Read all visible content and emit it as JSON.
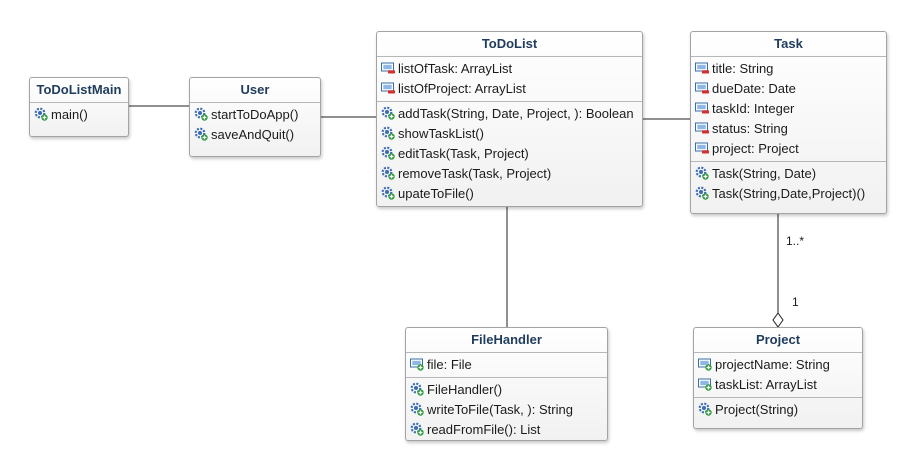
{
  "classes": {
    "todolistmain": {
      "name": "ToDoListMain",
      "attributes": [],
      "operations": [
        "main()"
      ]
    },
    "user": {
      "name": "User",
      "attributes": [],
      "operations": [
        "startToDoApp()",
        "saveAndQuit()"
      ]
    },
    "todolist": {
      "name": "ToDoList",
      "attributes": [
        {
          "text": "listOfTask: ArrayList",
          "visibility": "private"
        },
        {
          "text": "listOfProject: ArrayList",
          "visibility": "private"
        }
      ],
      "operations": [
        "addTask(String, Date, Project, ): Boolean",
        "showTaskList()",
        "editTask(Task, Project)",
        "removeTask(Task, Project)",
        "upateToFile()"
      ]
    },
    "task": {
      "name": "Task",
      "attributes": [
        {
          "text": "title: String",
          "visibility": "private"
        },
        {
          "text": "dueDate: Date",
          "visibility": "private"
        },
        {
          "text": "taskId: Integer",
          "visibility": "private"
        },
        {
          "text": "status: String",
          "visibility": "private"
        },
        {
          "text": "project: Project",
          "visibility": "private"
        }
      ],
      "operations": [
        "Task(String, Date)",
        "Task(String,Date,Project)()"
      ]
    },
    "filehandler": {
      "name": "FileHandler",
      "attributes": [
        {
          "text": "file: File",
          "visibility": "public"
        }
      ],
      "operations": [
        "FileHandler()",
        "writeToFile(Task, ): String",
        "readFromFile(): List"
      ]
    },
    "project": {
      "name": "Project",
      "attributes": [
        {
          "text": "projectName: String",
          "visibility": "public"
        },
        {
          "text": "taskList: ArrayList",
          "visibility": "public"
        }
      ],
      "operations": [
        "Project(String)"
      ]
    }
  },
  "associations": [
    {
      "from": "ToDoListMain",
      "to": "User",
      "type": "association"
    },
    {
      "from": "User",
      "to": "ToDoList",
      "type": "association"
    },
    {
      "from": "ToDoList",
      "to": "Task",
      "type": "association"
    },
    {
      "from": "ToDoList",
      "to": "FileHandler",
      "type": "association"
    },
    {
      "from": "Task",
      "to": "Project",
      "type": "aggregation",
      "task_end_multiplicity": "1..*",
      "project_end_multiplicity": "1"
    }
  ],
  "multiplicities": {
    "task_end": "1..*",
    "project_end": "1"
  },
  "colors": {
    "title_text": "#1f3c5c",
    "border": "#a3a3a3",
    "gear": "#3b6bb5",
    "plus_badge": "#2e9a3e",
    "minus_badge": "#d03030",
    "line": "#222222"
  }
}
